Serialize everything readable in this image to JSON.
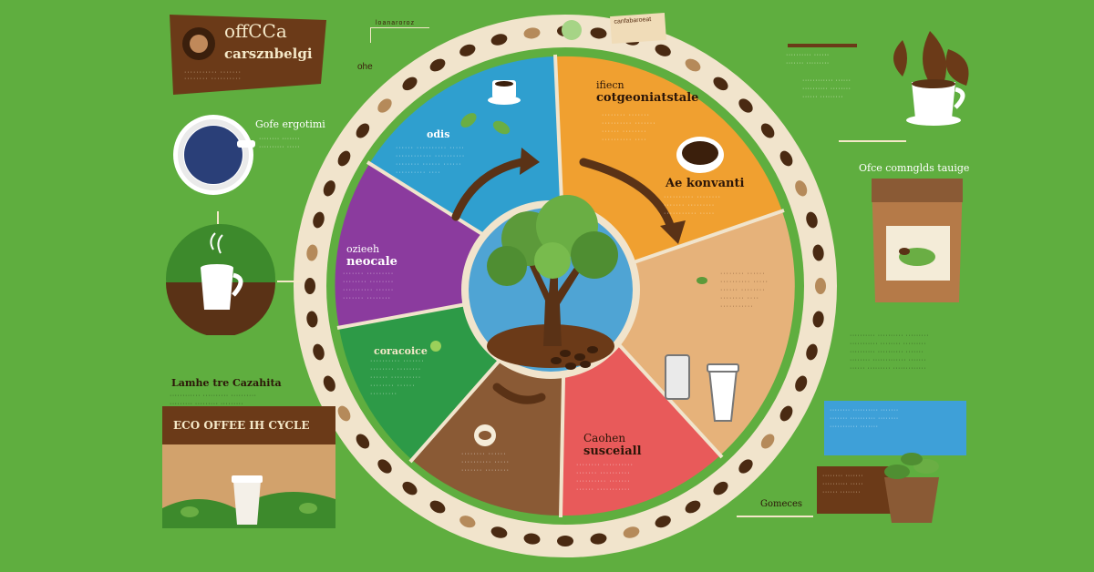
{
  "banner_top_left": {
    "line1": "offCCa",
    "line2": "carsznbelgi"
  },
  "label_ohe": "ohe",
  "top_tag": "loanaroroz",
  "top_right_tag": "canfabaroeat",
  "cup_top_left_label": "Gofe ergotimi",
  "segments": {
    "blue": {
      "title": "odis"
    },
    "orange": {
      "title_small": "ifiecn",
      "title": "cotgeoniatstale",
      "subtitle": "Ae konvanti"
    },
    "purple": {
      "title_small": "ozieeh",
      "title": "neocale"
    },
    "green": {
      "title": "coracoice"
    },
    "brown": {},
    "red": {
      "title_small": "Caohen",
      "title": "susceiall"
    }
  },
  "left_caption": "Lamhe tre Cazahita",
  "eco_panel": {
    "title": "ECO OFFEE IH CYCLE"
  },
  "right_header": "Ofce comnglds tauige",
  "bottom_right_label": "Gomeces",
  "colors": {
    "background": "#5fae3f",
    "ring": "#f1e4cc",
    "blue": "#2f9fcf",
    "orange": "#f0a030",
    "purple": "#8b3b9e",
    "green": "#2d9a47",
    "brown": "#8a5a35",
    "red": "#e85a5a",
    "tan": "#e6b27a",
    "coffee": "#4a2a12"
  },
  "icons": [
    "coffee-cup-icon",
    "coffee-bean-icon",
    "tree-icon",
    "paper-cup-icon",
    "coffee-bag-icon",
    "leaf-icon",
    "arrow-icon"
  ]
}
